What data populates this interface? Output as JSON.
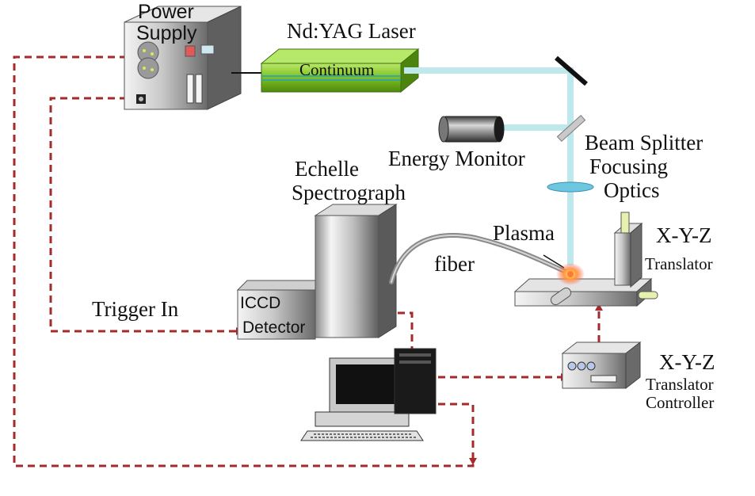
{
  "labels": {
    "power_supply_line1": "Power",
    "power_supply_line2": "Supply",
    "laser": "Nd:YAG Laser",
    "continuum": "Continuum",
    "energy_monitor": "Energy Monitor",
    "beam_splitter": "Beam Splitter",
    "focusing_line1": "Focusing",
    "focusing_line2": "Optics",
    "echelle_line1": "Echelle",
    "echelle_line2": "Spectrograph",
    "plasma": "Plasma",
    "fiber": "fiber",
    "translator_line1": "X-Y-Z",
    "translator_line2": "Translator",
    "trigger_in": "Trigger In",
    "iccd_line1": "ICCD",
    "iccd_line2": "Detector",
    "controller_line1": "X-Y-Z",
    "controller_line2": "Translator",
    "controller_line3": "Controller"
  },
  "colors": {
    "signal_line": "#a52a2a",
    "laser_beam": "#bfe8ec",
    "laser_body": "#7fbf1f",
    "equipment_gray": "#a8a8a8"
  }
}
